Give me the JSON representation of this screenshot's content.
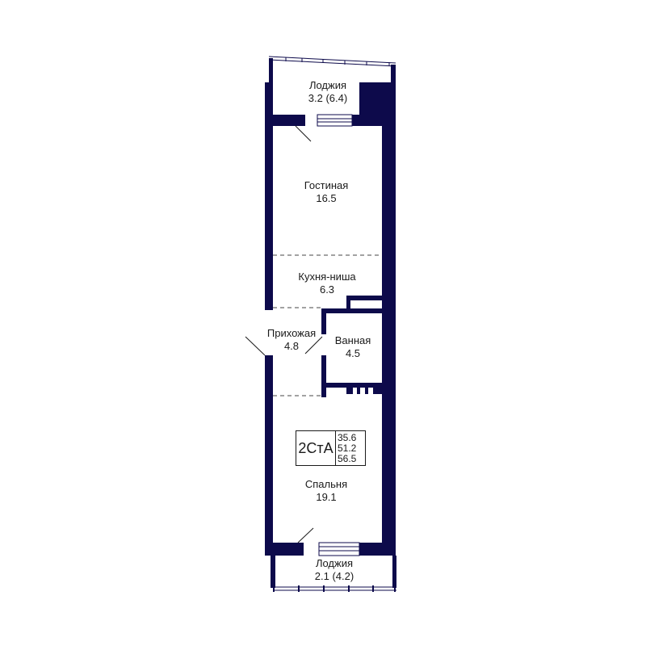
{
  "colors": {
    "wall": "#0d0a4b",
    "background": "#ffffff",
    "text": "#1a1a1a"
  },
  "apartment": {
    "type_code": "2СтА",
    "areas": [
      "35.6",
      "51.2",
      "56.5"
    ]
  },
  "rooms": [
    {
      "id": "loggia-top",
      "name": "Лоджия",
      "area": "3.2 (6.4)"
    },
    {
      "id": "living",
      "name": "Гостиная",
      "area": "16.5"
    },
    {
      "id": "kitchen",
      "name": "Кухня-ниша",
      "area": "6.3"
    },
    {
      "id": "hallway",
      "name": "Прихожая",
      "area": "4.8"
    },
    {
      "id": "bathroom",
      "name": "Ванная",
      "area": "4.5"
    },
    {
      "id": "bedroom",
      "name": "Спальня",
      "area": "19.1"
    },
    {
      "id": "loggia-bottom",
      "name": "Лоджия",
      "area": "2.1 (4.2)"
    }
  ]
}
